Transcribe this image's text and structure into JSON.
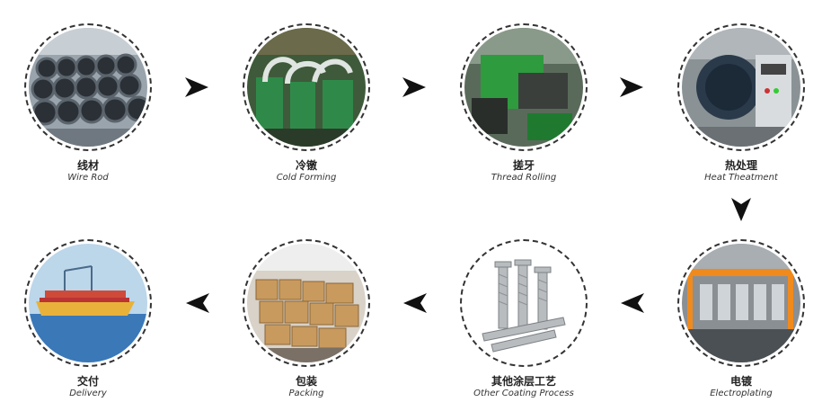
{
  "steps": [
    {
      "zh": "线材",
      "en": "Wire Rod"
    },
    {
      "zh": "冷镦",
      "en": "Cold Forming"
    },
    {
      "zh": "搓牙",
      "en": "Thread Rolling"
    },
    {
      "zh": "热处理",
      "en": "Heat Theatment"
    },
    {
      "zh": "电镀",
      "en": "Electroplating"
    },
    {
      "zh": "其他涂层工艺",
      "en": "Other Coating Process"
    },
    {
      "zh": "包装",
      "en": "Packing"
    },
    {
      "zh": "交付",
      "en": "Delivery"
    }
  ],
  "icons": {
    "arrow": "triangle-arrow-icon"
  }
}
